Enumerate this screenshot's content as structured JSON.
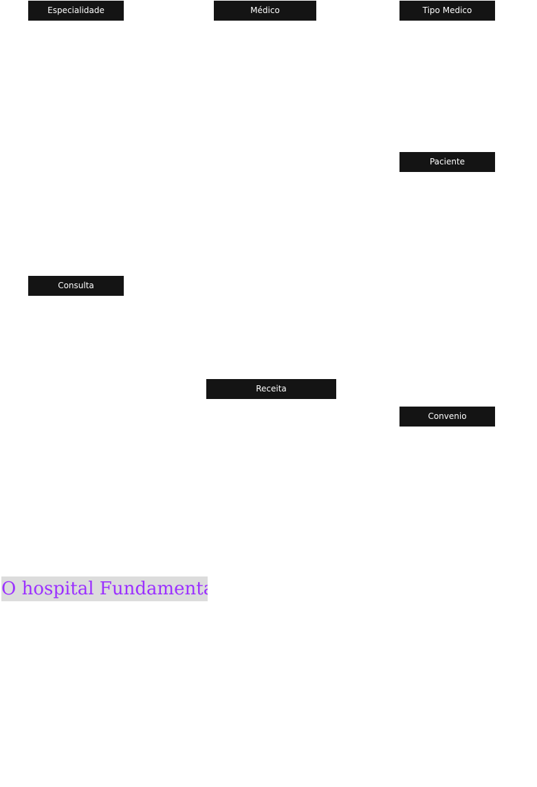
{
  "nav": {
    "especialidade": "Especialidade",
    "medico": "Médico",
    "tipo_medico": "Tipo Medico",
    "paciente": "Paciente",
    "consulta": "Consulta",
    "receita": "Receita",
    "convenio": "Convenio"
  },
  "heading": {
    "title": "O hospital Fundamental"
  },
  "colors": {
    "button_bg": "#141414",
    "button_text": "#ffffff",
    "heading_text": "#9b30ff",
    "heading_bg": "#dcdcdc"
  }
}
